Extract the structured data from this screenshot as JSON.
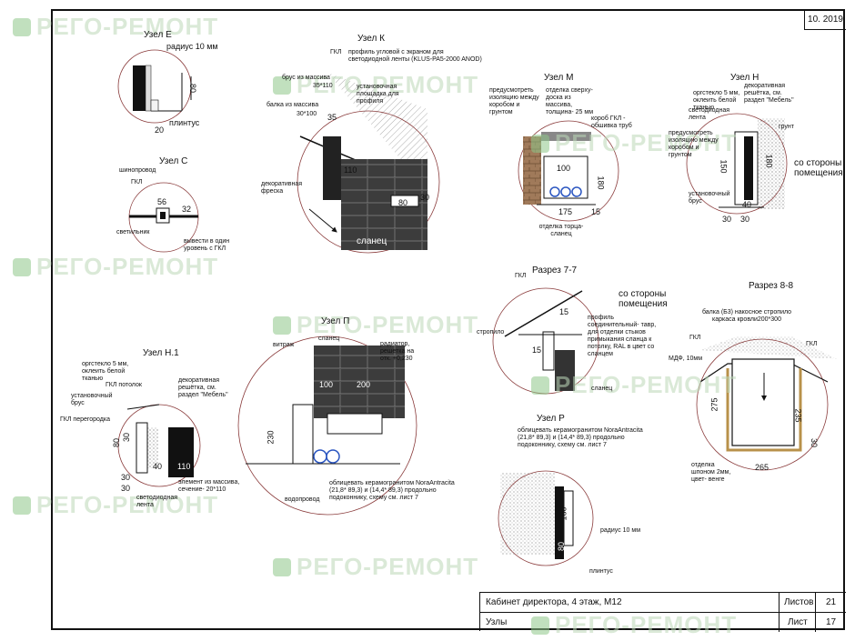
{
  "watermark": {
    "text": "РЕГО-РЕМОНТ"
  },
  "header": {
    "date": "10. 2019"
  },
  "stamp": {
    "title": "Кабинет директора, 4 этаж, М12",
    "subtitle": "Узлы",
    "sheets_label": "Листов",
    "sheets_value": "21",
    "sheet_label": "Лист",
    "sheet_value": "17"
  },
  "nodes": {
    "e": {
      "title": "Узел Е",
      "radius": "радиус 10 мм",
      "plinth": "плинтус",
      "dim_80": "80",
      "dim_20": "20"
    },
    "c": {
      "title": "Узел С",
      "bus": "шинопровод",
      "gkl": "ГКЛ",
      "dim_56": "56",
      "dim_32": "32",
      "lamp": "светильник",
      "note": "вывести в один уровень с ГКЛ"
    },
    "k": {
      "title": "Узел К",
      "gkl": "ГКЛ",
      "profile": "профиль угловой с экраном для светодиодной  ленты (KLUS-PA5-2000 ANOD)",
      "beam1": "брус из массива",
      "beam1_size": "35*110",
      "mount": "установочная площадка для профиля",
      "beam2": "балка из массива",
      "beam2_size": "30*100",
      "dim_35": "35",
      "dim_110": "110",
      "dim_80": "80",
      "dim_30": "30",
      "fresco": "декоративная фреска",
      "slate": "сланец"
    },
    "m": {
      "title": "Узел М",
      "iso": "предусмотреть изоляцию между коробом и грунтом",
      "finish": "отделка сверху- доска из массива, толщина- 25 мм",
      "box": "короб ГКЛ - обшивка труб",
      "dim_100": "100",
      "dim_180": "180",
      "dim_175": "175",
      "dim_15": "15",
      "edge": "отделка торца-сланец"
    },
    "n": {
      "title": "Узел Н",
      "glass": "оргстекло 5 мм, оклеить белой тканью",
      "led": "светодиодная лента",
      "grille": "декоративная решётка, см. раздел \"Мебель\"",
      "ground": "грунт",
      "iso": "предусмотреть изоляцию между коробом и грунтом",
      "side": "со стороны помещения",
      "beam": "установочный брус",
      "dim_150": "150",
      "dim_180": "180",
      "dim_40": "40",
      "dim_30a": "30",
      "dim_30b": "30"
    },
    "r77": {
      "title": "Разрез 7-7",
      "gkl": "ГКЛ",
      "side": "со стороны помещения",
      "rafter": "стропило",
      "profile": "профиль соединительный- тавр, для отделки стыков примыкания сланца к потолку, RAL в цвет со сланцем",
      "slate": "сланец",
      "dim_15a": "15",
      "dim_15b": "15"
    },
    "r88": {
      "title": "Разрез 8-8",
      "beam": "балка (Б3) накосное стропило каркаса кровли200*300",
      "gkl1": "ГКЛ",
      "gkl2": "ГКЛ",
      "mdf": "МДФ, 10мм",
      "dim_275": "275",
      "dim_235": "235",
      "dim_30": "30",
      "dim_265": "265",
      "veneer": "отделка шпоном 2мм, цвет- венге"
    },
    "n1": {
      "title": "Узел Н.1",
      "glass": "оргстекло 5 мм, оклеить белой тканью",
      "gkl_ceiling": "ГКЛ потолок",
      "grille": "декоративная решётка, см. раздел \"Мебель\"",
      "beam": "установочный брус",
      "gkl_wall": "ГКЛ перегородка",
      "dim_80": "80",
      "dim_30": "30",
      "dim_110": "110",
      "dim_40": "40",
      "dim_30b": "30",
      "dim_30c": "30",
      "element": "элемент из массива, сечение- 20*110",
      "led": "светодиодная лента"
    },
    "p": {
      "title": "Узел П",
      "slate": "сланец",
      "glazing": "витраж",
      "radiator": "радиатор, решетка на отк. +0,230",
      "dim_100": "100",
      "dim_200": "200",
      "dim_230": "230",
      "pipe": "водопровод",
      "tile": "облицевать керамогранитом NoraAntracita (21,8* 89,3) и (14,4* 89,3) продольно подоконнику, схему см. лист 7"
    },
    "r": {
      "title": "Узел Р",
      "tile": "облицевать керамогранитом NoraAntracita (21,8* 89,3) и (14,4* 89,3) продольно подоконнику, схему см. лист 7",
      "radius": "радиус 10 мм",
      "plinth": "плинтус",
      "dim_160": "160",
      "dim_80": "80"
    }
  }
}
